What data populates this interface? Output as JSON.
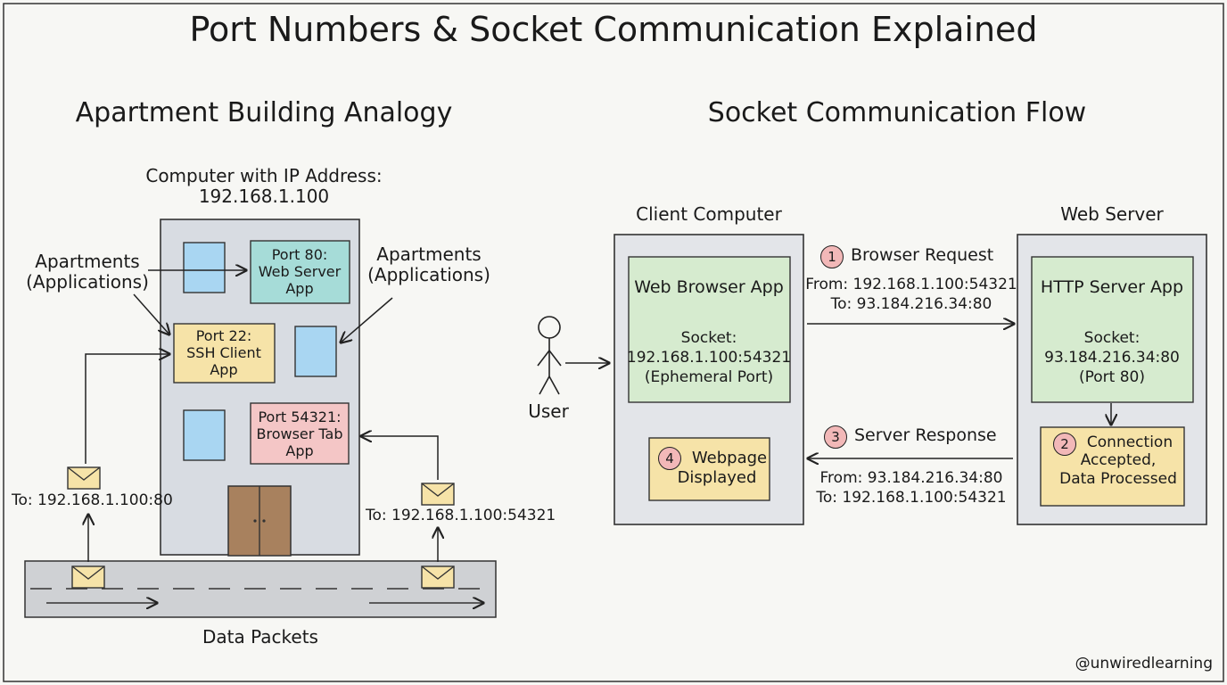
{
  "title": "Port Numbers & Socket Communication Explained",
  "left": {
    "heading": "Apartment Building Analogy",
    "building_label": [
      "Computer with IP Address:",
      "192.168.1.100"
    ],
    "apartments_left": [
      "Apartments",
      "(Applications)"
    ],
    "apartments_right": [
      "Apartments",
      "(Applications)"
    ],
    "port80": [
      "Port 80:",
      "Web Server",
      "App"
    ],
    "port22": [
      "Port 22:",
      "SSH Client",
      "App"
    ],
    "port54321": [
      "Port 54321:",
      "Browser Tab",
      "App"
    ],
    "packet_left_label": "To: 192.168.1.100:80",
    "packet_right_label": "To: 192.168.1.100:54321",
    "road_label": "Data Packets"
  },
  "right": {
    "heading": "Socket Communication Flow",
    "client_title": "Client Computer",
    "server_title": "Web Server",
    "user_label": "User",
    "browser_app": {
      "name": "Web Browser App",
      "socket": [
        "Socket:",
        "192.168.1.100:54321",
        "(Ephemeral Port)"
      ]
    },
    "http_app": {
      "name": "HTTP Server App",
      "socket": [
        "Socket:",
        "93.184.216.34:80",
        "(Port 80)"
      ]
    },
    "step1": {
      "num": "1",
      "label": "Browser Request",
      "from": "From: 192.168.1.100:54321",
      "to": "To: 93.184.216.34:80"
    },
    "step2": {
      "num": "2",
      "label": [
        "Connection",
        "Accepted,",
        "Data Processed"
      ]
    },
    "step3": {
      "num": "3",
      "label": "Server Response",
      "from": "From: 93.184.216.34:80",
      "to": "To: 192.168.1.100:54321"
    },
    "step4": {
      "num": "4",
      "label": [
        "Webpage",
        "Displayed"
      ]
    }
  },
  "credit": "@unwiredlearning",
  "colors": {
    "building": "#d8dce2",
    "window": "#a9d6f2",
    "teal_box": "#a6dcd8",
    "yellow_box": "#f6e3a8",
    "pink_box": "#f4c6c6",
    "green_box": "#d6ebcf",
    "door": "#a8815e",
    "envelope": "#f6e3a8",
    "badge": "#f2b8b8",
    "road": "#cfd1d4"
  }
}
